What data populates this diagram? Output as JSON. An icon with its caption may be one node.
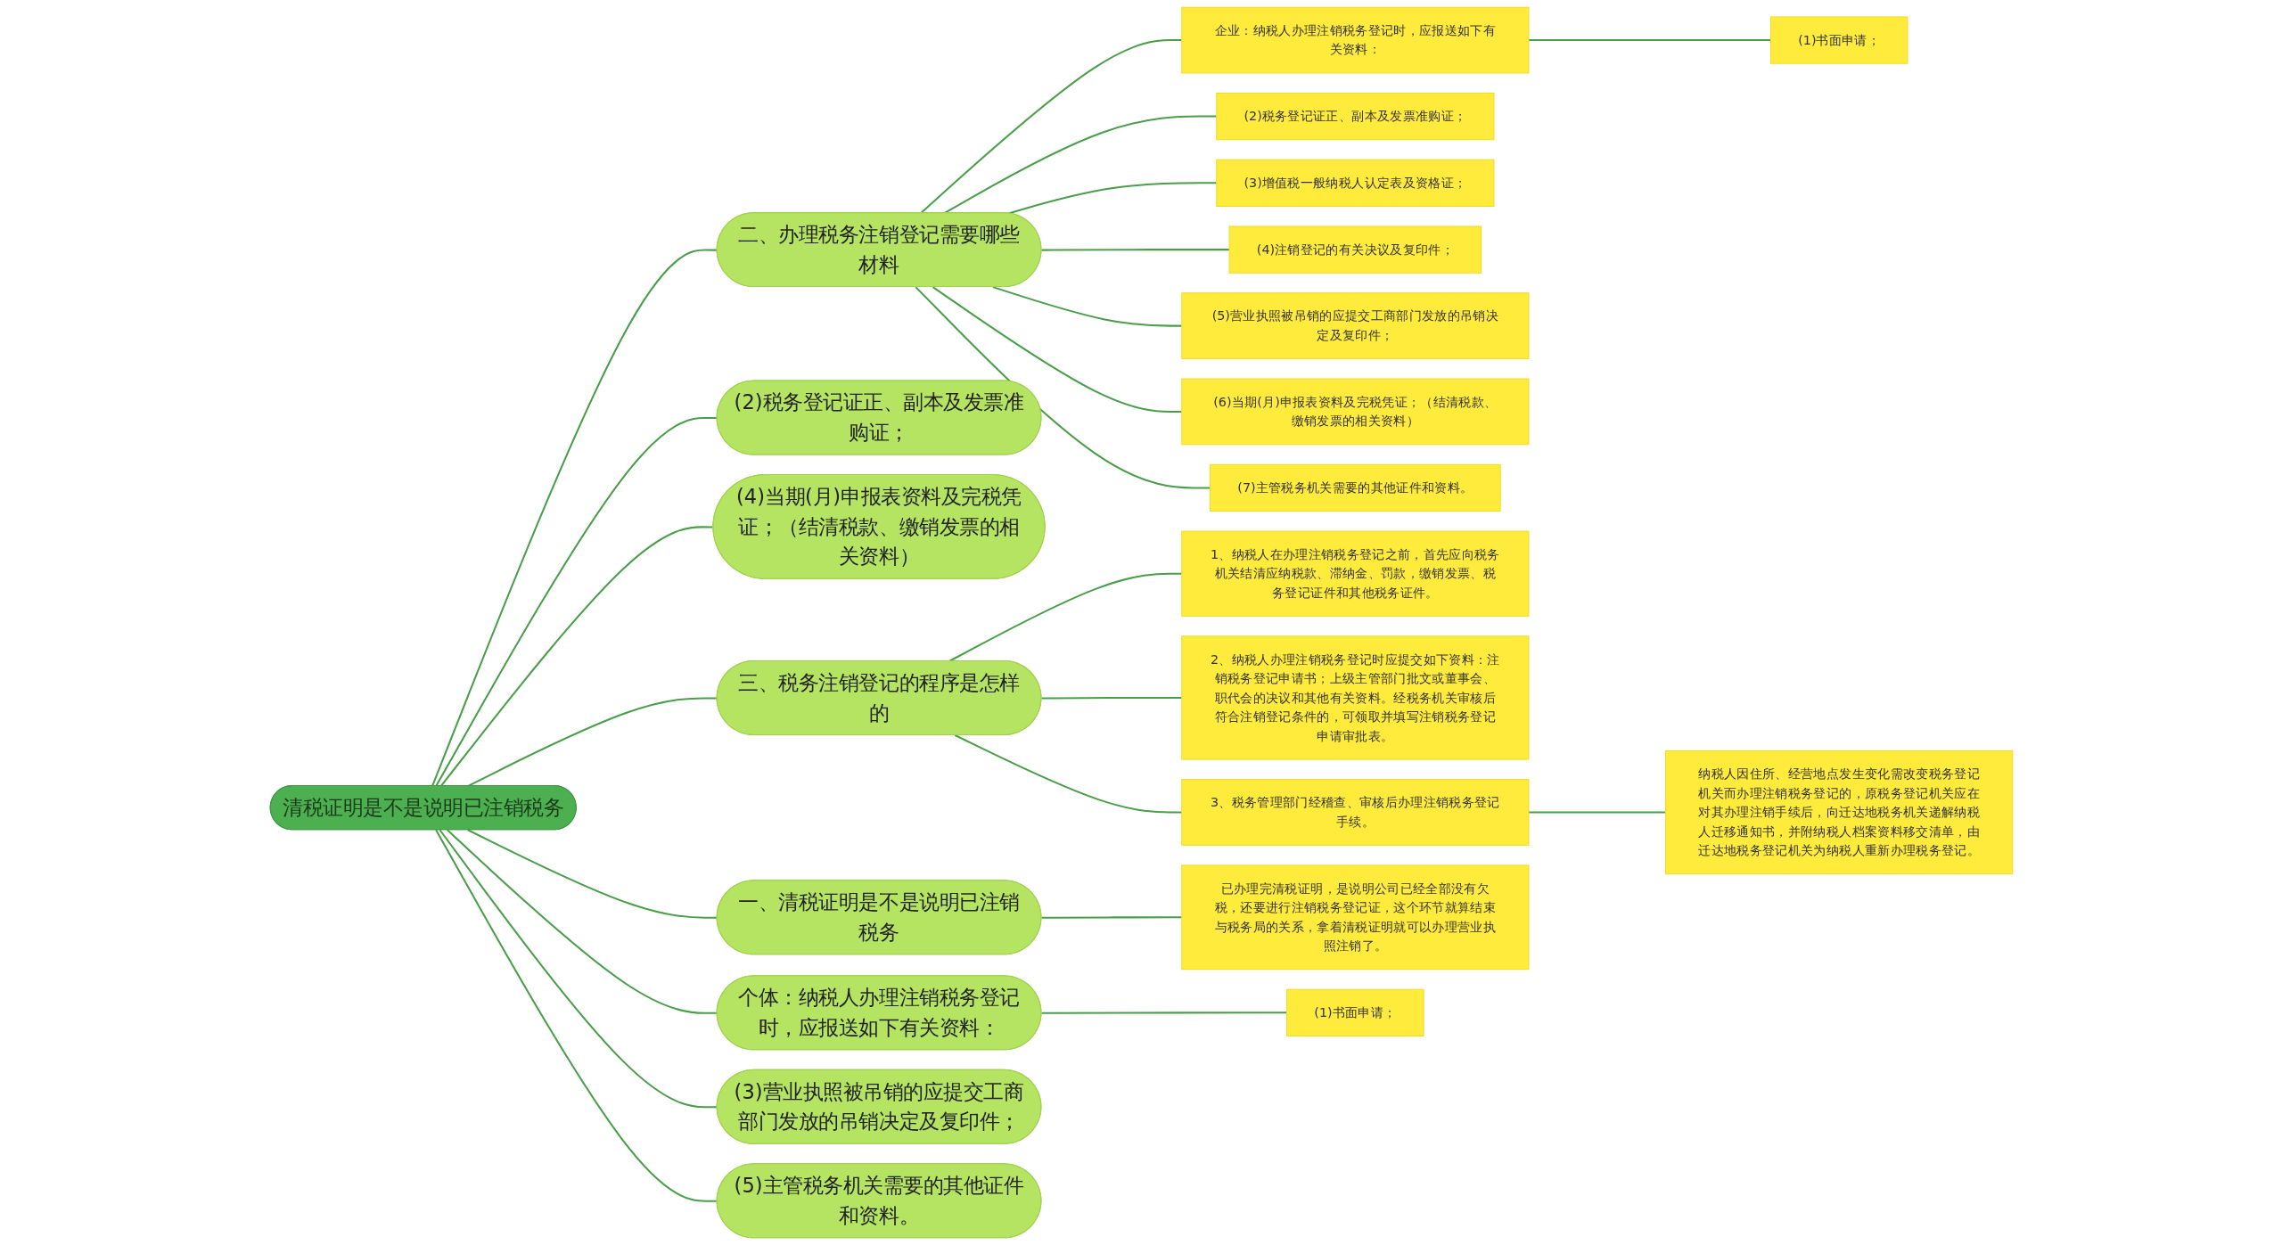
{
  "diagram": {
    "nodes": [
      {
        "text": [
          "清税证明是不是说明已注销税务"
        ]
      },
      {
        "text": [
          "二、办理税务注销登记需要哪些材料"
        ]
      },
      {
        "text": [
          "企业：纳税人办理注销税务登记时，应报送如下有关资料："
        ]
      },
      {
        "text": [
          "(1)书面申请；"
        ]
      },
      {
        "text": [
          "(2)税务登记证正、副本及发票准购证；"
        ]
      },
      {
        "text": [
          "(3)增值税一般纳税人认定表及资格证；"
        ]
      },
      {
        "text": [
          "(4)注销登记的有关决议及复印件；"
        ]
      },
      {
        "text": [
          "(5)营业执照被吊销的应提交工商部门发放的吊销决定及复印件；"
        ]
      },
      {
        "text": [
          "(6)当期(月)申报表资料及完税凭证；（结清税款、缴销发票的相关资料）"
        ]
      },
      {
        "text": [
          "(7)主管税务机关需要的其他证件和资料。"
        ]
      },
      {
        "text": [
          "(2)税务登记证正、副本及发票准购证；"
        ]
      },
      {
        "text": [
          "(4)当期(月)申报表资料及完税凭证；（结清税款、缴销发票的相关资料）"
        ]
      },
      {
        "text": [
          "三、税务注销登记的程序是怎样的"
        ]
      },
      {
        "text": [
          "1、纳税人在办理注销税务登记之前，首先应向税务机关结清应纳税款、滞纳金、罚款，缴销发票、税务登记证件和其他税务证件。"
        ]
      },
      {
        "text": [
          "2、纳税人办理注销税务登记时应提交如下资料：注销税务登记申请书；上级主管部门批文或董事会、职代会的决议和其他有关资料。经税务机关审核后符合注销登记条件的，可领取并填写注销税务登记申请审批表。"
        ]
      },
      {
        "text": [
          "3、税务管理部门经稽查、审核后办理注销税务登记手续。"
        ]
      },
      {
        "text": [
          "纳税人因住所、经营地点发生变化需改变税务登记机关而办理注销税务登记的，原税务登记机关应在对其办理注销手续后，向迁达地税务机关递解纳税人迁移通知书，并附纳税人档案资料移交清单，由迁达地税务登记机关为纳税人重新办理税务登记。"
        ]
      },
      {
        "text": [
          "一、清税证明是不是说明已注销税务"
        ]
      },
      {
        "text": [
          "已办理完清税证明，是说明公司已经全部没有欠税，还要进行注销税务登记证，这个环节就算结束与税务局的关系，拿着清税证明就可以办理营业执照注销了。"
        ]
      },
      {
        "text": [
          "个体：纳税人办理注销税务登记时，应报送如下有关资料："
        ]
      },
      {
        "text": [
          "(1)书面申请；"
        ]
      },
      {
        "text": [
          "(3)营业执照被吊销的应提交工商部门发放的吊销决定及复印件；"
        ]
      },
      {
        "text": [
          "(5)主管税务机关需要的其他证件和资料。"
        ]
      }
    ],
    "edges": [
      {
        "from": 0,
        "to": 1,
        "arrow": "none"
      },
      {
        "from": 1,
        "to": 2,
        "arrow": "none"
      },
      {
        "from": 2,
        "to": 3,
        "arrow": "none"
      },
      {
        "from": 1,
        "to": 4,
        "arrow": "none"
      },
      {
        "from": 1,
        "to": 5,
        "arrow": "none"
      },
      {
        "from": 1,
        "to": 6,
        "arrow": "none"
      },
      {
        "from": 1,
        "to": 7,
        "arrow": "none"
      },
      {
        "from": 1,
        "to": 8,
        "arrow": "none"
      },
      {
        "from": 1,
        "to": 9,
        "arrow": "none"
      },
      {
        "from": 0,
        "to": 10,
        "arrow": "none"
      },
      {
        "from": 0,
        "to": 11,
        "arrow": "none"
      },
      {
        "from": 0,
        "to": 12,
        "arrow": "none"
      },
      {
        "from": 12,
        "to": 13,
        "arrow": "none"
      },
      {
        "from": 12,
        "to": 14,
        "arrow": "none"
      },
      {
        "from": 12,
        "to": 15,
        "arrow": "none"
      },
      {
        "from": 15,
        "to": 16,
        "arrow": "none"
      },
      {
        "from": 0,
        "to": 17,
        "arrow": "none"
      },
      {
        "from": 17,
        "to": 18,
        "arrow": "none"
      },
      {
        "from": 0,
        "to": 19,
        "arrow": "none"
      },
      {
        "from": 19,
        "to": 20,
        "arrow": "none"
      },
      {
        "from": 0,
        "to": 21,
        "arrow": "none"
      },
      {
        "from": 0,
        "to": 22,
        "arrow": "none"
      }
    ]
  }
}
